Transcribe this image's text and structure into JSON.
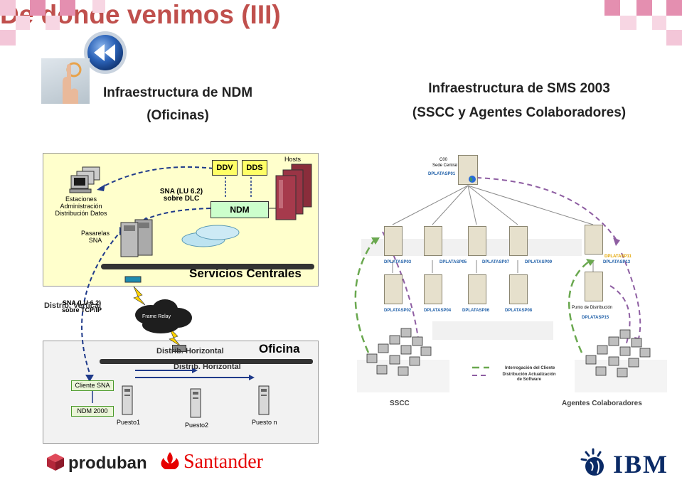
{
  "title": "De donde venimos (III)",
  "left_header": {
    "line1": "Infraestructura de NDM",
    "line2": "(Oficinas)"
  },
  "right_header": {
    "line1": "Infraestructura de SMS 2003",
    "line2": "(SSCC y Agentes Colaboradores)"
  },
  "left_diagram": {
    "hosts": "Hosts",
    "ddv": "DDV",
    "dds": "DDS",
    "ndm": "NDM",
    "sna_dlc": "SNA (LU 6.2)\nsobre DLC",
    "estaciones": "Estaciones\nAdministración\nDistribución Datos",
    "pasarelas": "Pasarelas\nSNA",
    "servicios_centrales": "Servicios Centrales",
    "sna_tcp": "SNA (LU 6.2)\nsobre TCP/IP",
    "distrib_vertical": "Distrib. Vertical",
    "frame_relay": "Frame Relay",
    "oficina": "Oficina",
    "distrib_horizontal_1": "Distrib. Horizontal",
    "distrib_horizontal_2": "Distrib. Horizontal",
    "cliente_sna": "Cliente SNA",
    "ndm2000": "NDM 2000",
    "puesto1": "Puesto1",
    "puesto2": "Puesto2",
    "puesto_n": "Puesto n"
  },
  "right_diagram": {
    "c00": "C00",
    "sede_central": "Sede Central",
    "dplatasp01": "DPLATASP01",
    "servers_row1": [
      "DPLATASP03",
      "DPLATASP05",
      "DPLATASP07",
      "DPLATASP09",
      "DPLATASP13"
    ],
    "dplatasp11": "DPLATASP11",
    "servers_row2": [
      "DPLATASP02",
      "DPLATASP04",
      "DPLATASP06",
      "DPLATASP08"
    ],
    "punto_distribucion": "Punto de Distribución",
    "dplatasp15": "DPLATASP15",
    "legend_interrogacion": "Interrogación del Cliente",
    "legend_distribucion": "Distribución Actualización de Software",
    "sscc": "SSCC",
    "agentes": "Agentes Colaboradores"
  },
  "logos": {
    "produban": "produban",
    "santander": "Santander",
    "ibm": "IBM"
  },
  "colors": {
    "title": "#c0504d",
    "accent_pink": "#d6336c",
    "green_dash": "#6aa84f",
    "purple_dash": "#8e5ea2",
    "santander_red": "#e60000",
    "ibm_blue": "#0a2a66"
  }
}
